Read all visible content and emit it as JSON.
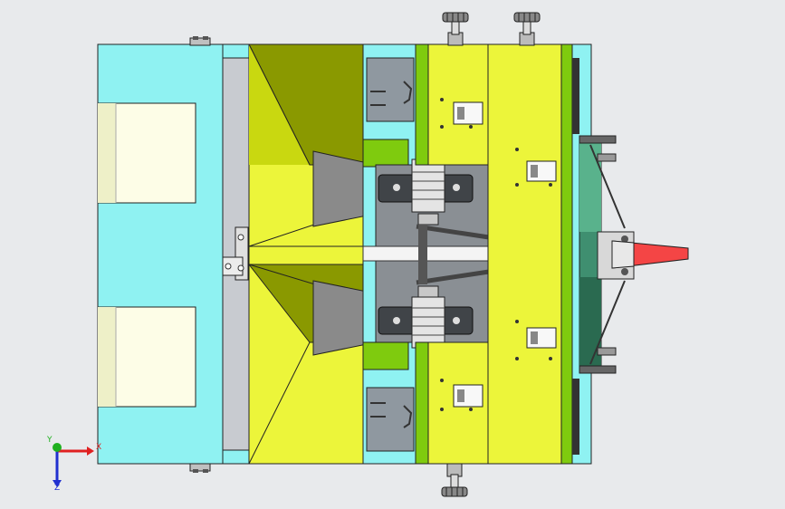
{
  "document": {
    "type": "cad-assembly-top-view",
    "background_color": "#e8eaec",
    "colors": {
      "cyan_frame": "#8ff2f2",
      "yellow_panel": "#ecf53a",
      "green_panel": "#7fcb0e",
      "hopper_dark": "#8a9900",
      "gray_part": "#8a8a8a",
      "red_hitch": "#f44545",
      "teal_bar": "#2e7a5c",
      "cream_window": "#fdfde7"
    }
  },
  "triad": {
    "x_label": "X",
    "y_label": "Y",
    "z_label": "Z",
    "x_color": "#e02020",
    "y_color": "#20b020",
    "z_color": "#2030d0"
  }
}
